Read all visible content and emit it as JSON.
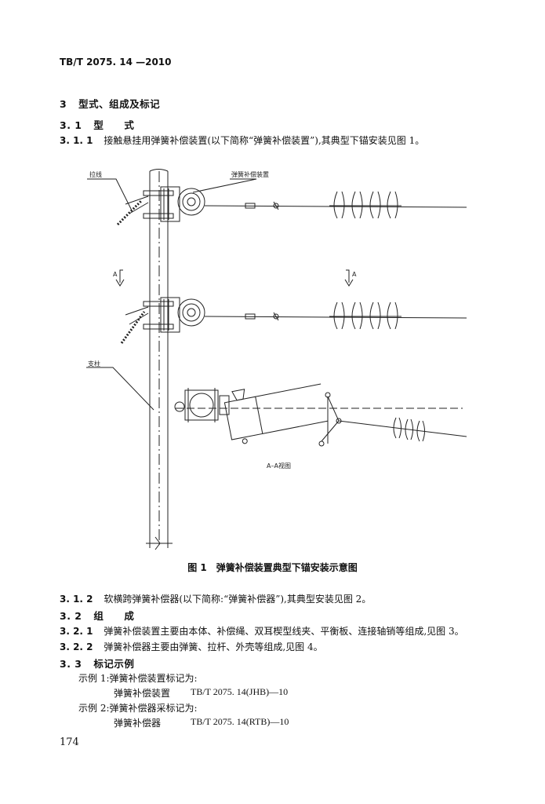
{
  "header": {
    "standard": "TB/T 2075. 14 —2010"
  },
  "section3": {
    "num": "3",
    "title": "型式、组成及标记"
  },
  "s31": {
    "num": "3. 1",
    "title": "型　　式"
  },
  "s311": {
    "num": "3. 1. 1",
    "text": "接触悬挂用弹簧补偿装置(以下简称“弹簧补偿装置”),其典型下锚安装见图 1。"
  },
  "figure": {
    "label_lax": "拉线",
    "label_device": "弹簧补偿装置",
    "label_a_left": "A",
    "label_a_right": "A",
    "label_pole": "支柱",
    "label_view": "A–A视图",
    "caption": "图 1　弹簧补偿装置典型下锚安装示意图"
  },
  "s312": {
    "num": "3. 1. 2",
    "text": "软横跨弹簧补偿器(以下简称:“弹簧补偿器”),其典型安装见图 2。"
  },
  "s32": {
    "num": "3. 2",
    "title": "组　　成"
  },
  "s321": {
    "num": "3. 2. 1",
    "text": "弹簧补偿装置主要由本体、补偿绳、双耳楔型线夹、平衡板、连接轴销等组成,见图 3。"
  },
  "s322": {
    "num": "3. 2. 2",
    "text": "弹簧补偿器主要由弹簧、拉杆、外壳等组成,见图 4。"
  },
  "s33": {
    "num": "3. 3",
    "title": "标记示例"
  },
  "example1": {
    "intro": "示例 1:弹簧补偿装置标记为:",
    "name": "弹簧补偿装置",
    "code": "TB/T 2075. 14(JHB)—10"
  },
  "example2": {
    "intro": "示例 2:弹簧补偿器采标记为:",
    "name": "弹簧补偿器",
    "code": "TB/T 2075. 14(RTB)—10"
  },
  "page_number": "174"
}
